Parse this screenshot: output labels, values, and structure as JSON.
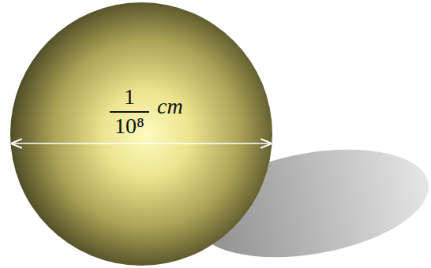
{
  "diagram": {
    "nodes": [
      {
        "text": [
          "1",
          "10⁸",
          "cm"
        ]
      }
    ]
  }
}
